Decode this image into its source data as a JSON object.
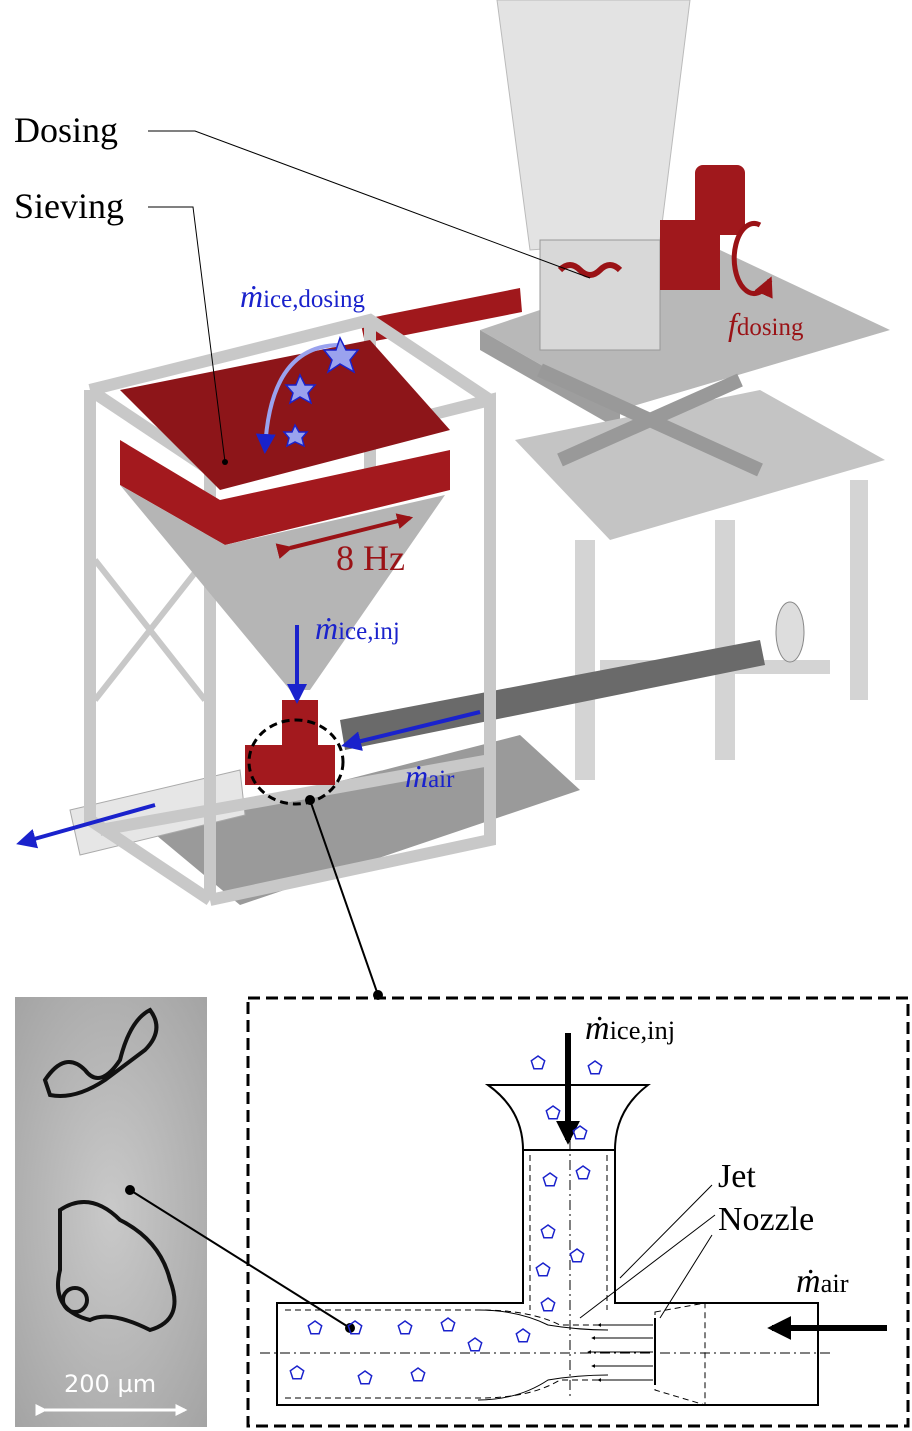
{
  "labels": {
    "dosing": "Dosing",
    "sieving": "Sieving",
    "m_ice_dosing": {
      "symbol": "ṁ",
      "sub": "ice,dosing"
    },
    "f_dosing": {
      "symbol": "f",
      "sub": "dosing"
    },
    "vibration": "8 Hz",
    "m_ice_inj": {
      "symbol": "ṁ",
      "sub": "ice,inj"
    },
    "m_air": {
      "symbol": "ṁ",
      "sub": "air"
    },
    "detail_m_ice_inj": {
      "symbol": "ṁ",
      "sub": "ice,inj"
    },
    "detail_m_air": {
      "symbol": "ṁ",
      "sub": "air"
    },
    "jet": "Jet",
    "nozzle": "Nozzle",
    "scale_bar": "200 µm"
  },
  "colors": {
    "blue": "#1a22cc",
    "red": "#9a1216",
    "frame": "#c8c8c8"
  }
}
